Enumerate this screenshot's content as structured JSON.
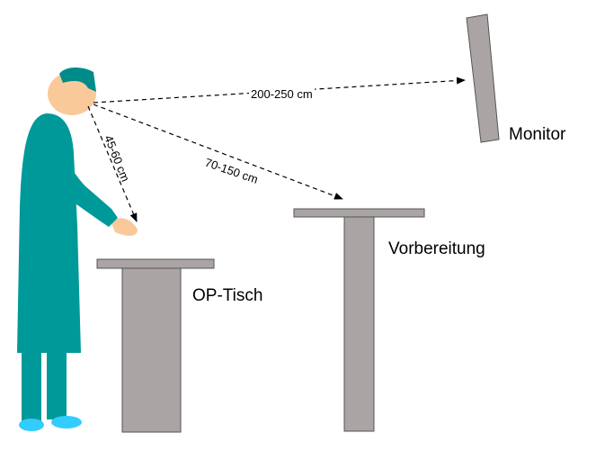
{
  "labels": {
    "monitor": "Monitor",
    "op_table": "OP-Tisch",
    "preparation": "Vorbereitung"
  },
  "distances": {
    "to_monitor": "200-250  cm",
    "to_preparation": "70-150  cm",
    "to_op_table": "45-60  cm"
  },
  "colors": {
    "gown": "#009999",
    "cap": "#008b8b",
    "skin": "#f9c999",
    "shoe_cover": "#33ccff",
    "furniture": "#aaa4a4",
    "outline": "#555555"
  }
}
